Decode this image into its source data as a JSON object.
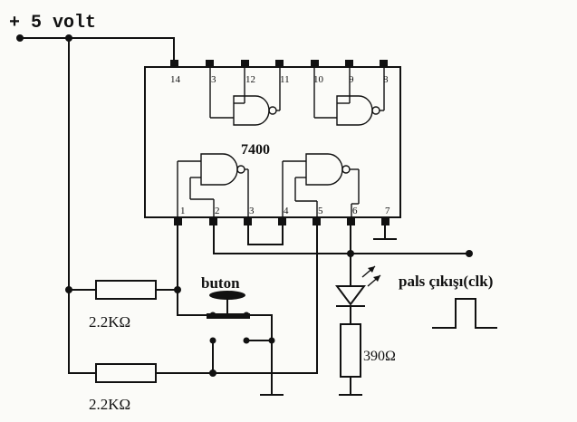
{
  "supply_label": "+ 5 volt",
  "chip_label": "7400",
  "top_pins": [
    "14",
    "3",
    "12",
    "11",
    "10",
    "9",
    "8"
  ],
  "bottom_pins": [
    "1",
    "2",
    "3",
    "4",
    "5",
    "6",
    "7"
  ],
  "button_label": "buton",
  "resistor1_label": "2.2KΩ",
  "resistor2_label": "2.2KΩ",
  "resistor3_label": "390Ω",
  "output_label": "pals çıkışı(clk)"
}
